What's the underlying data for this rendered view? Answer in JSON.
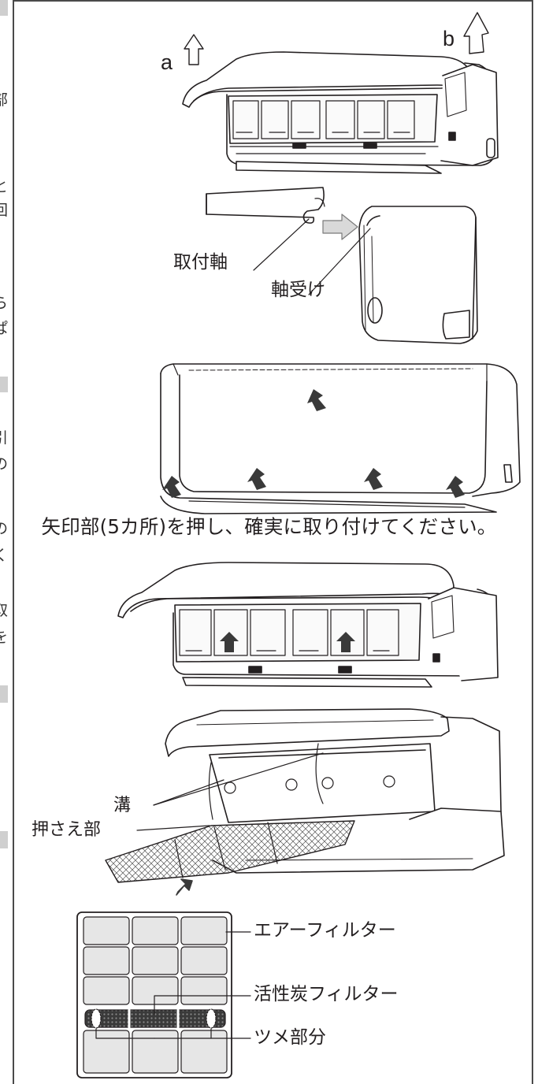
{
  "figures": {
    "step1": {
      "arrow_a": "a",
      "arrow_b": "b"
    },
    "step2": {
      "mount_shaft": "取付軸",
      "bearing": "軸受け"
    },
    "step3": {
      "caption": "矢印部(5カ所)を押し、確実に取り付けてください。"
    },
    "step5": {
      "groove": "溝",
      "holder": "押さえ部"
    },
    "step6": {
      "air_filter": "エアーフィルター",
      "carbon_filter": "活性炭フィルター",
      "claw": "ツメ部分"
    }
  },
  "left_edge_chars": [
    "部",
    "と",
    "回",
    "ら",
    "ぱ",
    "引",
    "の",
    "。",
    "の",
    "く",
    "取",
    "を"
  ]
}
